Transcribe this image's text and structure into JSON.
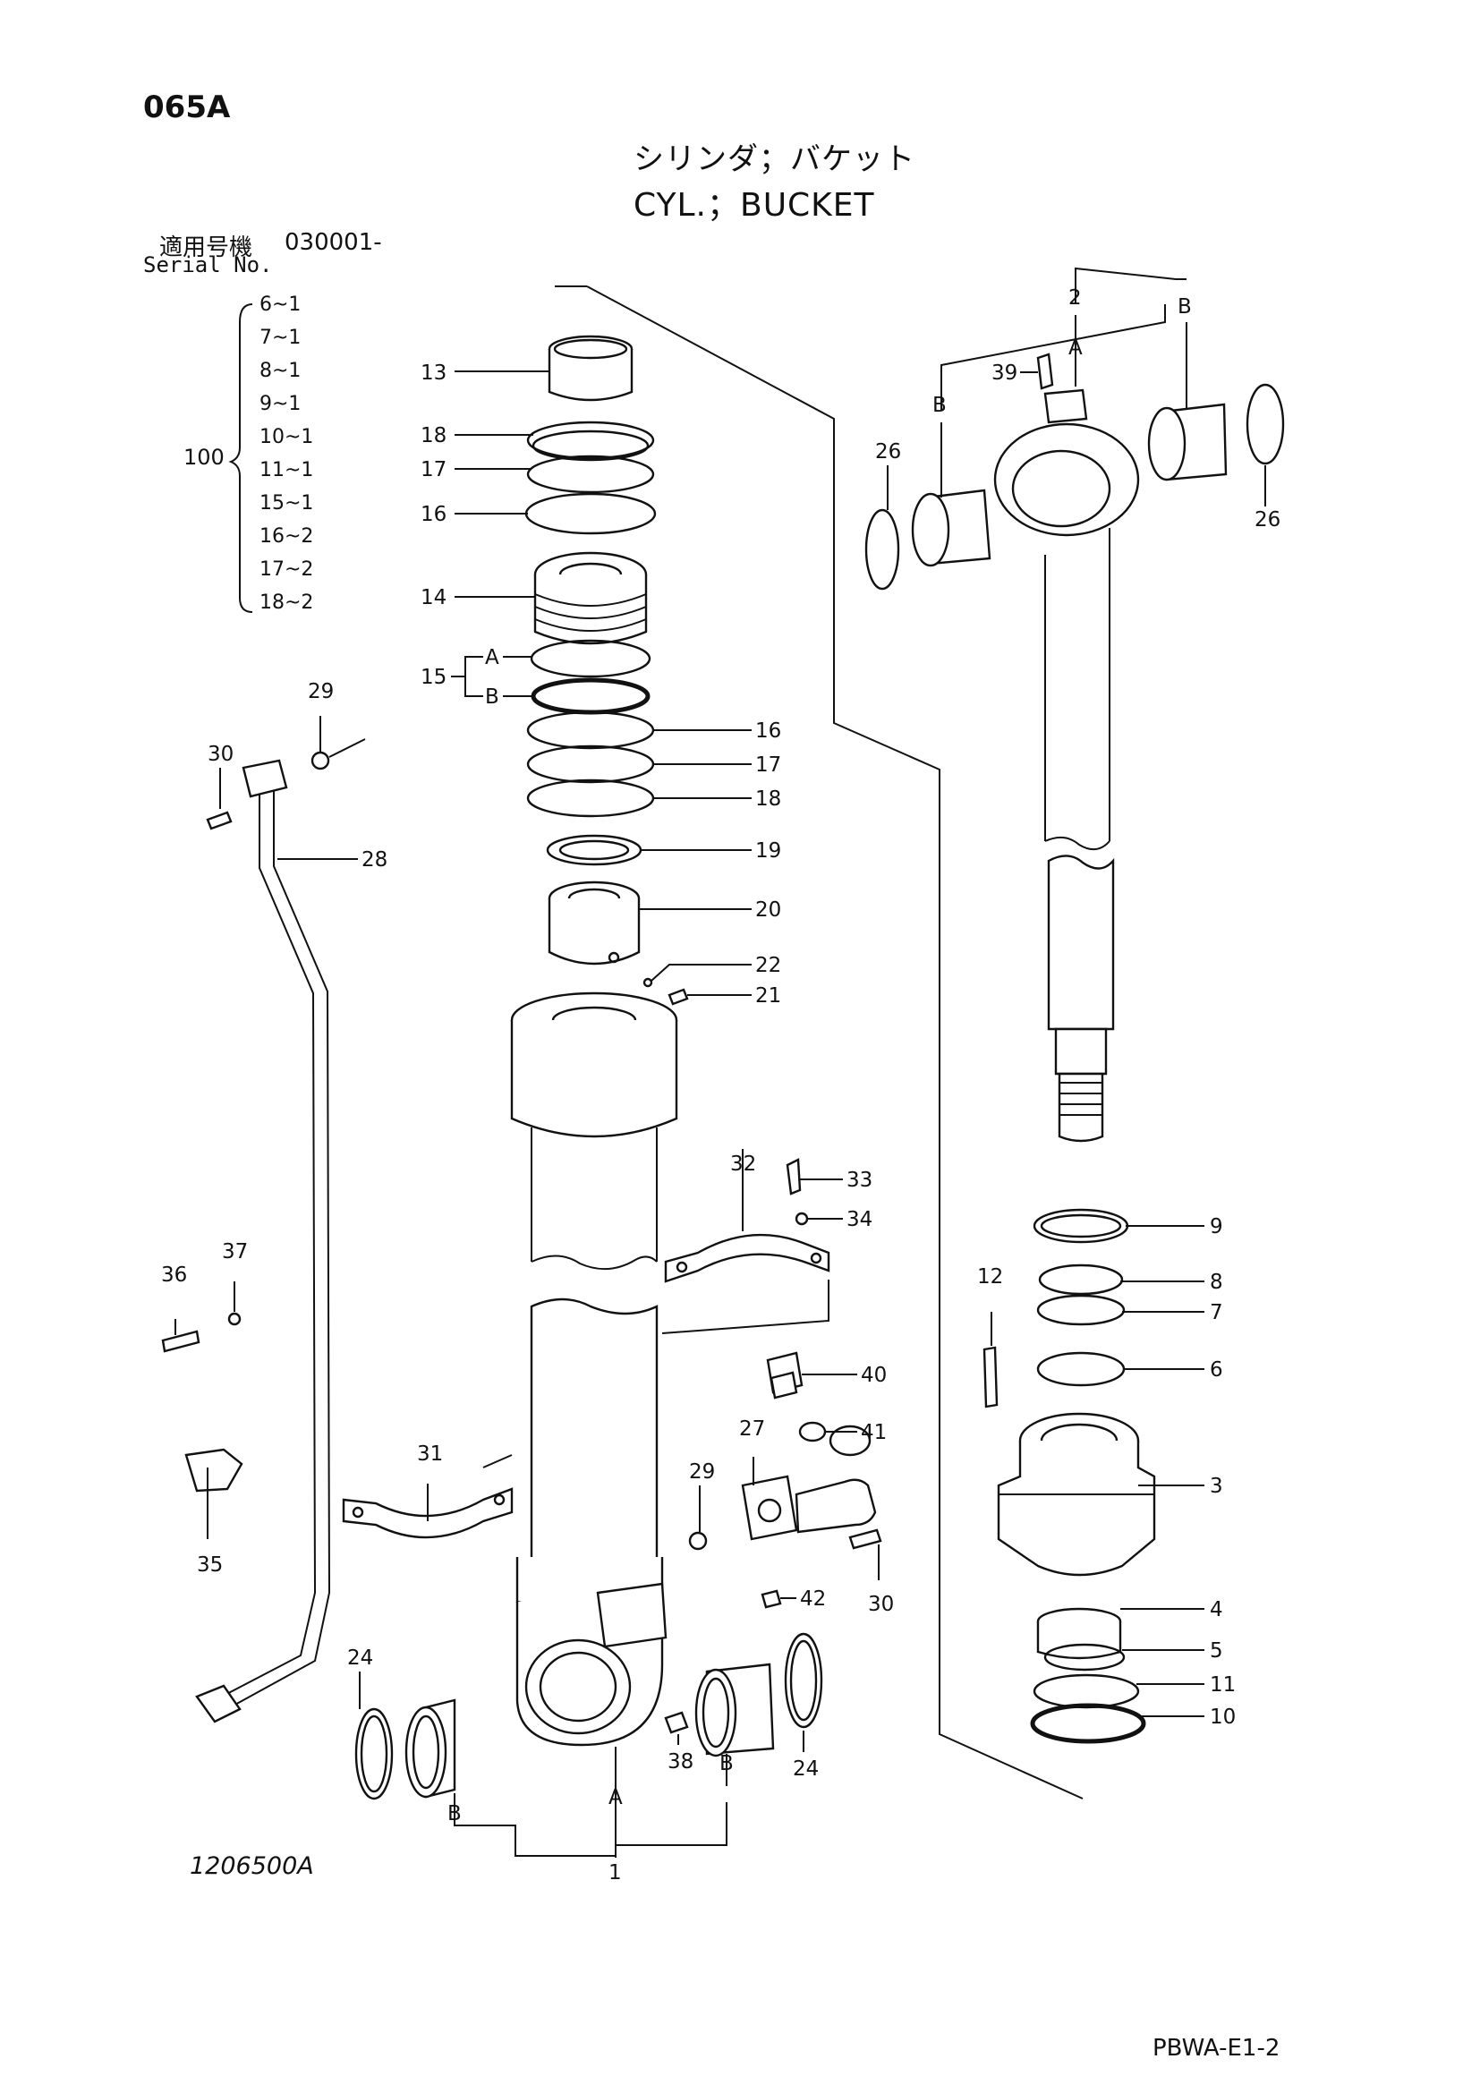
{
  "header": {
    "page_code": "065A",
    "title_jp": "シリンダ；バケット",
    "title_en": "CYL.；BUCKET",
    "serial_label_jp": "適用号機",
    "serial_code": "030001-",
    "serial_label_en": "Serial No."
  },
  "kit": {
    "number": "100",
    "items": [
      "6~1",
      "7~1",
      "8~1",
      "9~1",
      "10~1",
      "11~1",
      "15~1",
      "16~2",
      "17~2",
      "18~2"
    ]
  },
  "callouts": {
    "c1": "1",
    "c2": "2",
    "c3": "3",
    "c4": "4",
    "c5": "5",
    "c6": "6",
    "c7": "7",
    "c8": "8",
    "c9": "9",
    "c10": "10",
    "c11": "11",
    "c12": "12",
    "c13": "13",
    "c14": "14",
    "c15": "15",
    "c16": "16",
    "c17": "17",
    "c18": "18",
    "c19": "19",
    "c20": "20",
    "c21": "21",
    "c22": "22",
    "c24": "24",
    "c26": "26",
    "c27": "27",
    "c28": "28",
    "c29": "29",
    "c30": "30",
    "c31": "31",
    "c32": "32",
    "c33": "33",
    "c34": "34",
    "c35": "35",
    "c36": "36",
    "c37": "37",
    "c38": "38",
    "c39": "39",
    "c40": "40",
    "c41": "41",
    "c42": "42",
    "letter_a": "A",
    "letter_b": "B"
  },
  "footer": {
    "drawing_no": "1206500A",
    "page_ref": "PBWA-E1-2"
  }
}
